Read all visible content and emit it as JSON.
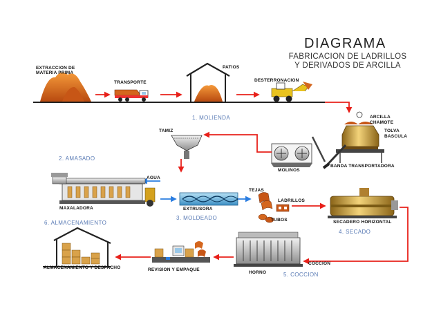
{
  "title": "DIAGRAMA",
  "subtitle_line1": "FABRICACION DE LADRILLOS",
  "subtitle_line2": "Y DERIVADOS DE ARCILLA",
  "labels": {
    "extraccion_1": "EXTRACCION DE",
    "extraccion_2": "MATERIA PRIMA",
    "transporte": "TRANSPORTE",
    "patios": "PATIOS",
    "desterronacion": "DESTERRONACION",
    "arcilla": "ARCILLA",
    "chamote": "CHAMOTE",
    "tolva": "TOLVA",
    "bascula": "BASCULA",
    "tamiz": "TAMIZ",
    "molinos": "MOLINOS",
    "banda": "BANDA TRANSPORTADORA",
    "agua": "AGUA",
    "maxaladora": "MAXALADORA",
    "extrusora": "EXTRUSORA",
    "tejas": "TEJAS",
    "ladrillos": "LADRILLOS",
    "tubos": "TUBOS",
    "secadero": "SECADERO HORIZONTAL",
    "almacenamiento_despacho": "ALMACENAMIENTO Y DESPACHO",
    "revision": "REVISION Y EMPAQUE",
    "horno": "HORNO",
    "coccion_label": "COCCION"
  },
  "steps": {
    "s1": "1. MOLIENDA",
    "s2": "2. AMASADO",
    "s3": "3. MOLDEADO",
    "s4": "4. SECADO",
    "s5": "5. COCCION",
    "s6": "6. ALMACENAMIENTO"
  },
  "colors": {
    "flow_line": "#e8201a",
    "flow_line_blue": "#2a7de1",
    "clay": "#d4661e",
    "step_text": "#5a7bb5"
  }
}
